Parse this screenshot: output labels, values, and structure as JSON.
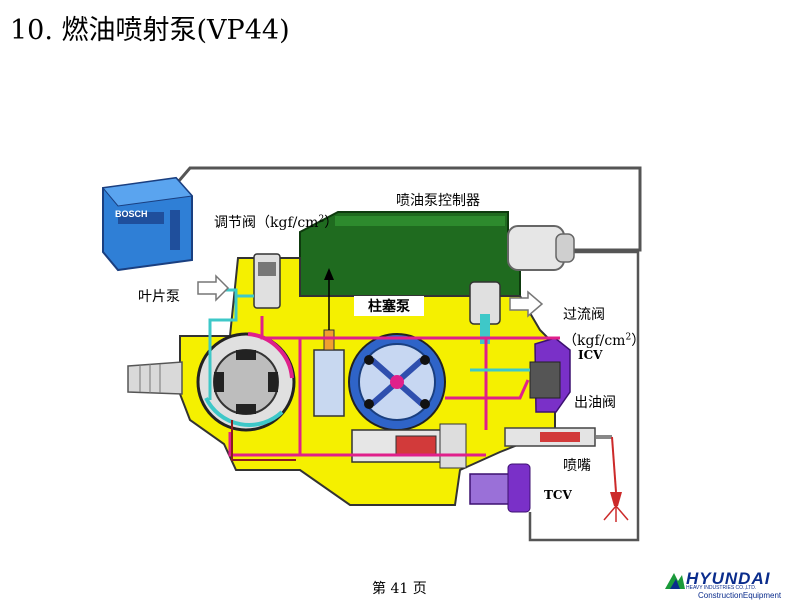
{
  "title": "10. 燃油喷射泵(VP44)",
  "labels": {
    "ecu_brand": "BOSCH",
    "pump_controller": "喷油泵控制器",
    "control_valve": "调节阀（kgf/cm",
    "control_valve_sup": "2",
    "control_valve_close": "）",
    "vane_pump": "叶片泵",
    "plunger_pump": "柱塞泵",
    "overflow_valve": "过流阀",
    "overflow_unit": "（kgf/cm",
    "overflow_unit_sup": "2",
    "overflow_unit_close": "）",
    "icv": "ICV",
    "outlet_valve": "出油阀",
    "nozzle": "喷嘴",
    "tcv": "TCV"
  },
  "footer": {
    "page_prefix": "第",
    "page_number": "41",
    "page_suffix": "页"
  },
  "logo": {
    "name": "HYUNDAI",
    "sub": "HEAVY INDUSTRIES CO.,LTD.",
    "division": "ConstructionEquipment"
  },
  "colors": {
    "pump_body": "#f5f000",
    "controller": "#1f6b1f",
    "ecu": "#2f7fd6",
    "fuel_line": "#e0208a",
    "return_line": "#3ec8c8",
    "actuator": "#7a30c8",
    "injector": "#cc2a2a"
  }
}
